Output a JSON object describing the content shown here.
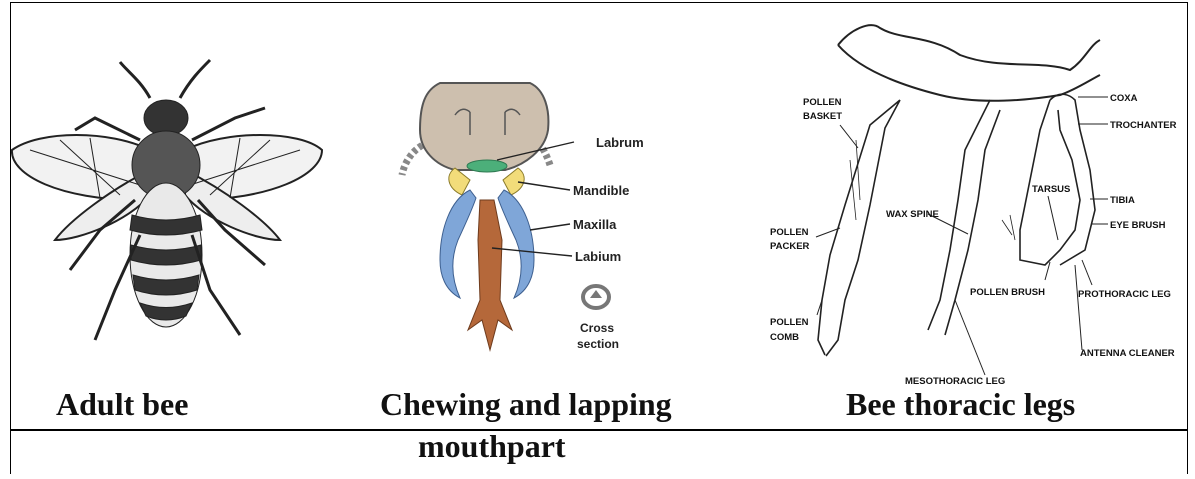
{
  "captions": {
    "adult": "Adult bee",
    "mouthpart_line1": "Chewing and lapping",
    "mouthpart_line2": "mouthpart",
    "legs": "Bee thoracic legs"
  },
  "mouthpart_labels": {
    "labrum": "Labrum",
    "mandible": "Mandible",
    "maxilla": "Maxilla",
    "labium": "Labium",
    "cross_line1": "Cross",
    "cross_line2": "section"
  },
  "leg_labels": {
    "pollen": "POLLEN",
    "basket": "BASKET",
    "coxa": "COXA",
    "trochanter": "TROCHANTER",
    "tarsus": "TARSUS",
    "tibia": "TIBIA",
    "wax_spine": "WAX SPINE",
    "eye_brush": "EYE BRUSH",
    "pollen2": "POLLEN",
    "packer": "PACKER",
    "pollen_brush": "POLLEN BRUSH",
    "prothoracic_leg": "PROTHORACIC LEG",
    "pollen3": "POLLEN",
    "comb": "COMB",
    "antenna_cleaner": "ANTENNA CLEANER",
    "mesothoracic_leg": "MESOTHORACIC LEG"
  },
  "colors": {
    "labrum": "#4caf7a",
    "mandible": "#f2dc7a",
    "maxilla": "#7fa6d8",
    "labium": "#b5683a",
    "head": "#cdbfae"
  }
}
